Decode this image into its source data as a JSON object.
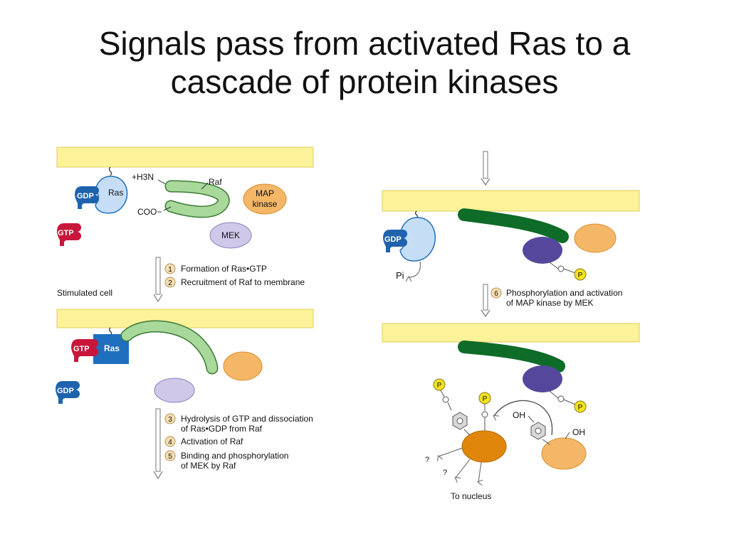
{
  "slide": {
    "title_line1": "Signals pass from activated Ras to a",
    "title_line2": "cascade of protein kinases"
  },
  "labels": {
    "gdp": "GDP",
    "gtp": "GTP",
    "ras": "Ras",
    "raf": "Raf",
    "h3n": "+H3N",
    "coo": "COO−",
    "map_kinase_line1": "MAP",
    "map_kinase_line2": "kinase",
    "mek": "MEK",
    "stimulated_cell": "Stimulated cell",
    "pi": "Pi",
    "p": "P",
    "oh": "OH",
    "question": "?",
    "to_nucleus": "To nucleus"
  },
  "steps": [
    {
      "num": "1",
      "lines": [
        "Formation of Ras•GTP"
      ]
    },
    {
      "num": "2",
      "lines": [
        "Recruitment of Raf to membrane"
      ]
    },
    {
      "num": "3",
      "lines": [
        "Hydrolysis of GTP and dissociation",
        "of Ras•GDP from Raf"
      ]
    },
    {
      "num": "4",
      "lines": [
        "Activation of Raf"
      ]
    },
    {
      "num": "5",
      "lines": [
        "Binding and phosphorylation",
        "of MEK by Raf"
      ]
    },
    {
      "num": "6",
      "lines": [
        "Phosphorylation and activation",
        "of MAP kinase by MEK"
      ]
    }
  ],
  "colors": {
    "membrane": "#fbf29a",
    "membrane_edge": "#e0cf5a",
    "ras_light": "#c6def5",
    "ras_blue": "#1f6fbf",
    "gdp_blue": "#1e63ad",
    "gtp_red": "#c8163a",
    "raf_light": "#a8d89a",
    "raf_dark": "#0e6b28",
    "map_orange": "#f3b767",
    "map_active": "#e0860a",
    "mek_light": "#cfc8e8",
    "mek_dark": "#55489c",
    "phosphate": "#f2e11e",
    "step_circle": "#f5dfb0",
    "arrow": "#777777"
  }
}
